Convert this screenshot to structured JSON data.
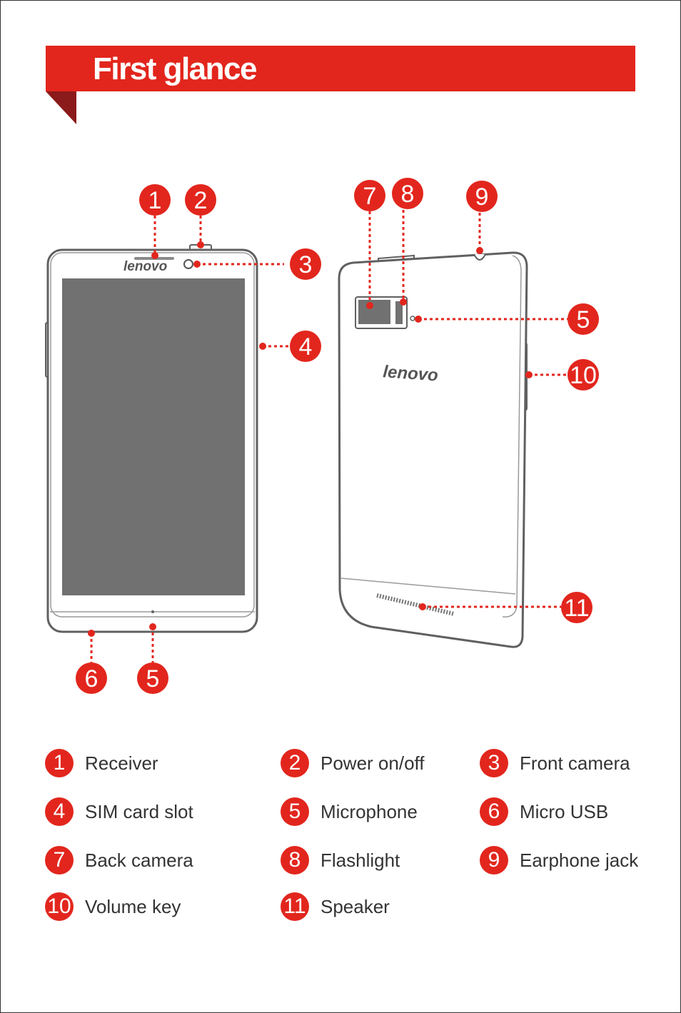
{
  "header": {
    "title": "First glance"
  },
  "brand": {
    "logo_text": "lenovo"
  },
  "colors": {
    "accent": "#e2261d",
    "accent_dark": "#8b1a1a",
    "screen": "#717171",
    "outline": "#606060"
  },
  "callouts": {
    "receiver": "1",
    "power": "2",
    "front_camera": "3",
    "sim_slot": "4",
    "mic_back": "5",
    "micro_usb": "6",
    "mic_front": "5",
    "back_camera": "7",
    "flashlight": "8",
    "earphone": "9",
    "volume": "10",
    "speaker": "11"
  },
  "legend": [
    {
      "num": "1",
      "label": "Receiver"
    },
    {
      "num": "2",
      "label": "Power on/off"
    },
    {
      "num": "3",
      "label": "Front camera"
    },
    {
      "num": "4",
      "label": "SIM card slot"
    },
    {
      "num": "5",
      "label": "Microphone"
    },
    {
      "num": "6",
      "label": "Micro USB"
    },
    {
      "num": "7",
      "label": "Back camera"
    },
    {
      "num": "8",
      "label": "Flashlight"
    },
    {
      "num": "9",
      "label": "Earphone jack"
    },
    {
      "num": "10",
      "label": "Volume key"
    },
    {
      "num": "11",
      "label": "Speaker"
    }
  ]
}
